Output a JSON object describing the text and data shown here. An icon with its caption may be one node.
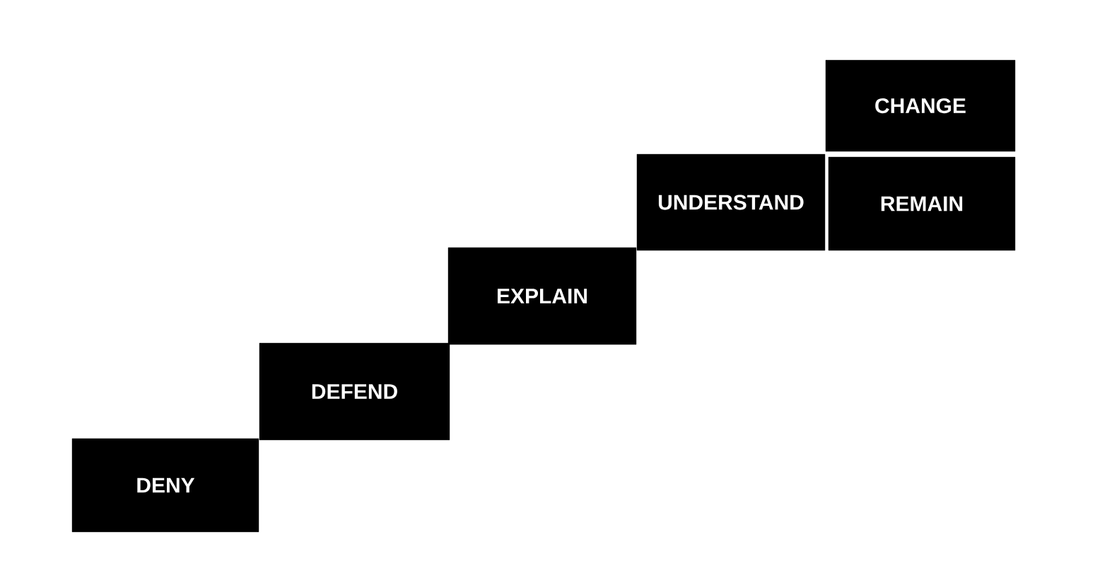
{
  "diagram": {
    "nodes": [
      {
        "text": [
          "DENY"
        ]
      },
      {
        "text": [
          "DEFEND"
        ]
      },
      {
        "text": [
          "EXPLAIN"
        ]
      },
      {
        "text": [
          "UNDERSTAND"
        ]
      },
      {
        "text": [
          "REMAIN"
        ]
      },
      {
        "text": [
          "CHANGE"
        ]
      }
    ]
  }
}
